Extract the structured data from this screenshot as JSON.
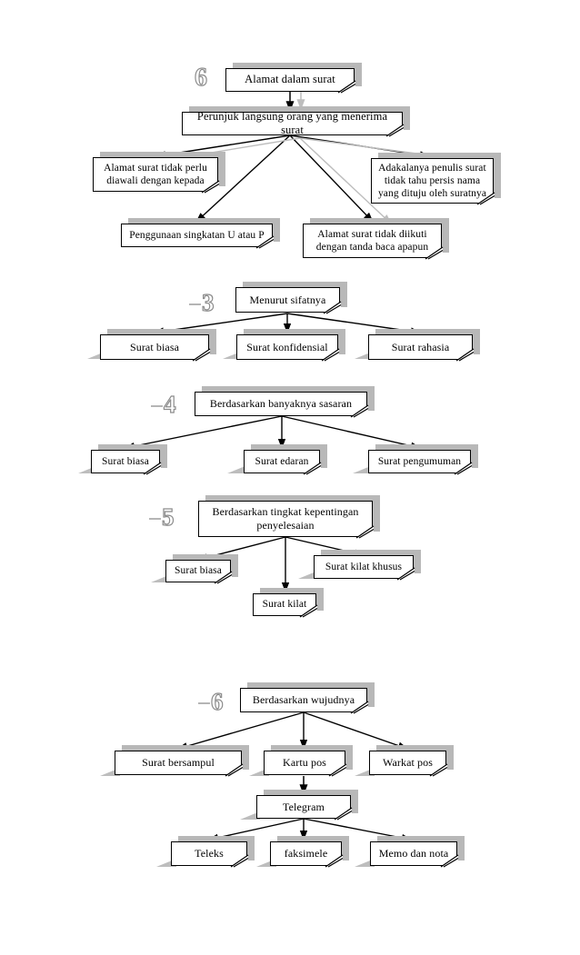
{
  "document": {
    "title": "Klasifikasi Surat - Bagan Alur",
    "language": "id",
    "background_color": "#ffffff",
    "box_fill": "#ffffff",
    "box_border_color": "#000000",
    "shadow_color": "#b8b8b8",
    "marker_color": "#9a9a9a",
    "connector_color": "#000000",
    "ghost_connector_color": "#bdbdbd"
  },
  "sections": [
    {
      "marker": "6",
      "marker_name": "section-marker-6-top",
      "root": "Alamat dalam surat",
      "subroot": "Perunjuk langsung orang yang menerima surat",
      "children": [
        "Alamat surat tidak perlu diawali dengan kepada",
        "Penggunaan singkatan U atau P",
        "Alamat surat tidak diikuti dengan tanda baca apapun",
        "Adakalanya penulis surat tidak tahu persis nama yang dituju oleh suratnya"
      ]
    },
    {
      "marker": "3",
      "marker_name": "section-marker-3",
      "root": "Menurut sifatnya",
      "children": [
        "Surat biasa",
        "Surat konfidensial",
        "Surat rahasia"
      ]
    },
    {
      "marker": "4",
      "marker_name": "section-marker-4",
      "root": "Berdasarkan banyaknya sasaran",
      "children": [
        "Surat biasa",
        "Surat edaran",
        "Surat pengumuman"
      ]
    },
    {
      "marker": "5",
      "marker_name": "section-marker-5",
      "root": "Berdasarkan tingkat kepentingan penyelesaian",
      "children": [
        "Surat biasa",
        "Surat kilat",
        "Surat kilat khusus"
      ]
    },
    {
      "marker": "6",
      "marker_name": "section-marker-6-bottom",
      "root": "Berdasarkan wujudnya",
      "children": [
        "Surat bersampul",
        "Kartu pos",
        "Warkat pos"
      ],
      "grandchild": "Telegram",
      "great_grandchildren": [
        "Teleks",
        "faksimele",
        "Memo dan nota"
      ]
    }
  ],
  "nodes": {
    "s1_root": {
      "text": "Alamat dalam surat"
    },
    "s1_sub": {
      "text": "Perunjuk langsung orang yang menerima surat"
    },
    "s1_c1_l1": {
      "text": "Alamat surat tidak perlu"
    },
    "s1_c1_l2": {
      "text": "diawali dengan kepada"
    },
    "s1_c2": {
      "text": "Penggunaan singkatan U atau P"
    },
    "s1_c3_l1": {
      "text": "Alamat surat tidak diikuti"
    },
    "s1_c3_l2": {
      "text": "dengan tanda baca apapun"
    },
    "s1_c4_l1": {
      "text": "Adakalanya penulis surat"
    },
    "s1_c4_l2": {
      "text": "tidak tahu persis nama"
    },
    "s1_c4_l3": {
      "text": "yang dituju oleh suratnya"
    },
    "s3_root": {
      "text": "Menurut sifatnya"
    },
    "s3_c1": {
      "text": "Surat biasa"
    },
    "s3_c2": {
      "text": "Surat konfidensial"
    },
    "s3_c3": {
      "text": "Surat rahasia"
    },
    "s4_root": {
      "text": "Berdasarkan banyaknya sasaran"
    },
    "s4_c1": {
      "text": "Surat biasa"
    },
    "s4_c2": {
      "text": "Surat edaran"
    },
    "s4_c3": {
      "text": "Surat pengumuman"
    },
    "s5_root_l1": {
      "text": "Berdasarkan tingkat kepentingan"
    },
    "s5_root_l2": {
      "text": "penyelesaian"
    },
    "s5_c1": {
      "text": "Surat biasa"
    },
    "s5_c2": {
      "text": "Surat kilat"
    },
    "s5_c3": {
      "text": "Surat kilat khusus"
    },
    "s6_root": {
      "text": "Berdasarkan wujudnya"
    },
    "s6_c1": {
      "text": "Surat bersampul"
    },
    "s6_c2": {
      "text": "Kartu pos"
    },
    "s6_c3": {
      "text": "Warkat pos"
    },
    "s6_d1": {
      "text": "Telegram"
    },
    "s6_e1": {
      "text": "Teleks"
    },
    "s6_e2": {
      "text": "faksimele"
    },
    "s6_e3": {
      "text": "Memo dan nota"
    }
  },
  "markers": {
    "m1": {
      "text": "6"
    },
    "m3": {
      "text": "3"
    },
    "m4": {
      "text": "4"
    },
    "m5": {
      "text": "5"
    },
    "m6": {
      "text": "6"
    }
  }
}
